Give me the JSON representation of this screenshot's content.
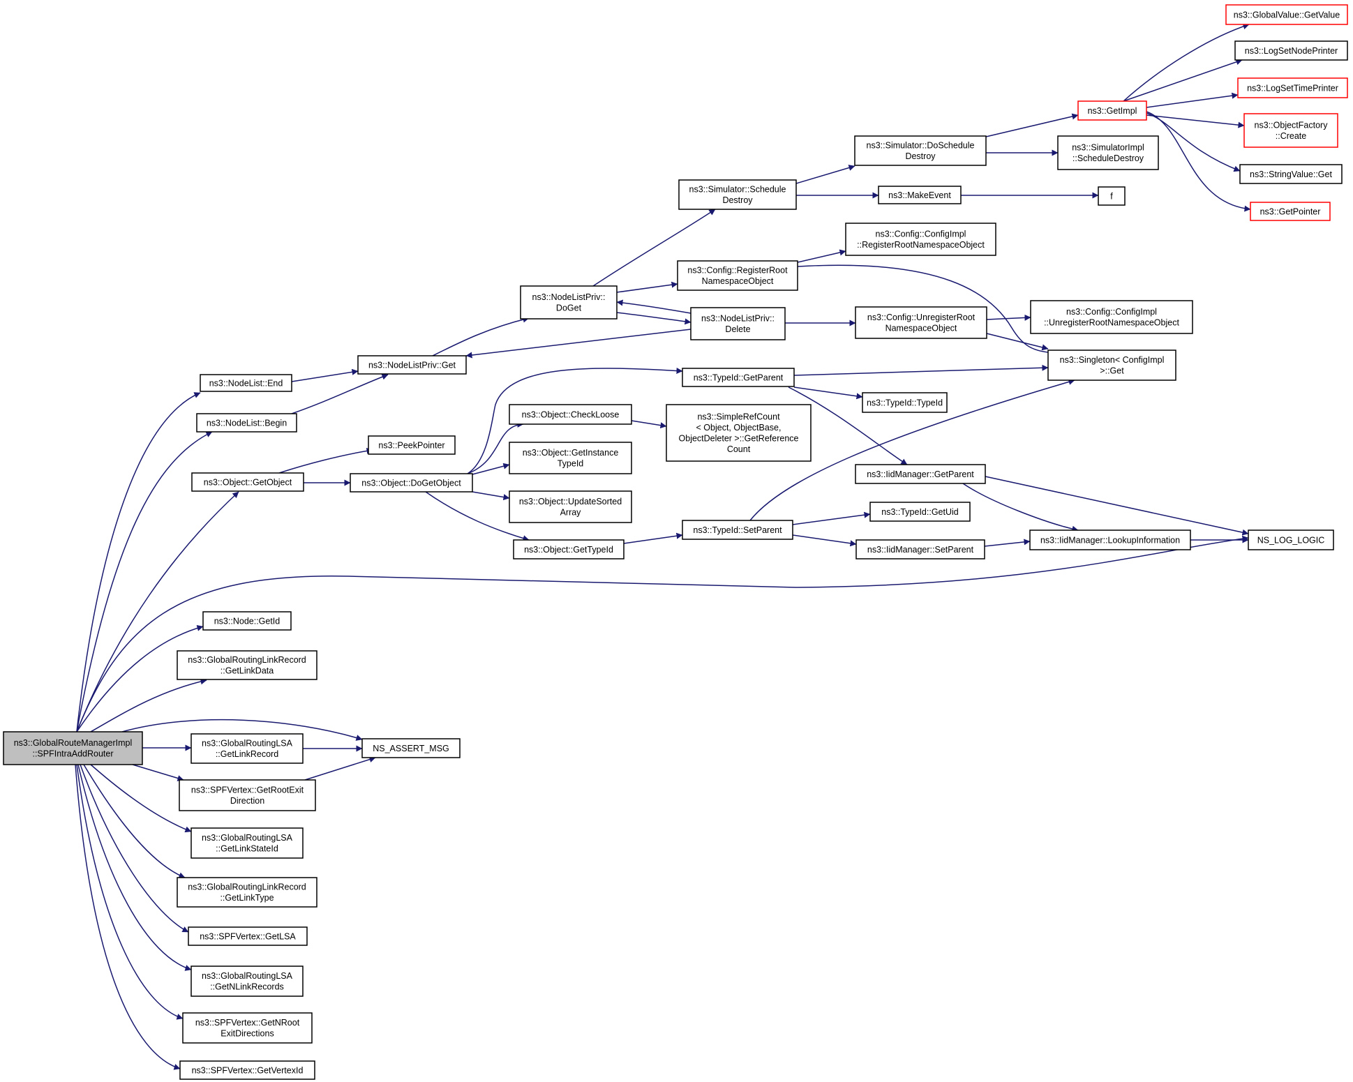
{
  "diagram": {
    "colors": {
      "edge": "#191970",
      "node_border": "#000000",
      "truncated_border": "#ff0000",
      "root_fill": "#bfbfbf",
      "node_fill": "#ffffff"
    },
    "root": "root",
    "nodes": [
      {
        "id": "root",
        "lines": [
          "ns3::GlobalRouteManagerImpl",
          "::SPFIntraAddRouter"
        ],
        "kind": "root"
      },
      {
        "id": "nodelist_end",
        "lines": [
          "ns3::NodeList::End"
        ],
        "kind": "normal"
      },
      {
        "id": "nodelist_begin",
        "lines": [
          "ns3::NodeList::Begin"
        ],
        "kind": "normal"
      },
      {
        "id": "object_getobject",
        "lines": [
          "ns3::Object::GetObject"
        ],
        "kind": "normal"
      },
      {
        "id": "node_getid",
        "lines": [
          "ns3::Node::GetId"
        ],
        "kind": "normal"
      },
      {
        "id": "grlr_getlinkdata",
        "lines": [
          "ns3::GlobalRoutingLinkRecord",
          "::GetLinkData"
        ],
        "kind": "normal"
      },
      {
        "id": "grlsa_getlinkrecord",
        "lines": [
          "ns3::GlobalRoutingLSA",
          "::GetLinkRecord"
        ],
        "kind": "normal"
      },
      {
        "id": "spf_getrootexit",
        "lines": [
          "ns3::SPFVertex::GetRootExit",
          "Direction"
        ],
        "kind": "normal"
      },
      {
        "id": "grlsa_getlinkstateid",
        "lines": [
          "ns3::GlobalRoutingLSA",
          "::GetLinkStateId"
        ],
        "kind": "normal"
      },
      {
        "id": "grlr_getlinktype",
        "lines": [
          "ns3::GlobalRoutingLinkRecord",
          "::GetLinkType"
        ],
        "kind": "normal"
      },
      {
        "id": "spf_getlsa",
        "lines": [
          "ns3::SPFVertex::GetLSA"
        ],
        "kind": "normal"
      },
      {
        "id": "grlsa_getnlinkrecords",
        "lines": [
          "ns3::GlobalRoutingLSA",
          "::GetNLinkRecords"
        ],
        "kind": "normal"
      },
      {
        "id": "spf_getnrootexit",
        "lines": [
          "ns3::SPFVertex::GetNRoot",
          "ExitDirections"
        ],
        "kind": "normal"
      },
      {
        "id": "spf_getvertexid",
        "lines": [
          "ns3::SPFVertex::GetVertexId"
        ],
        "kind": "normal"
      },
      {
        "id": "ns_assert_msg",
        "lines": [
          "NS_ASSERT_MSG"
        ],
        "kind": "normal"
      },
      {
        "id": "nodelistpriv_get",
        "lines": [
          "ns3::NodeListPriv::Get"
        ],
        "kind": "normal"
      },
      {
        "id": "peekpointer",
        "lines": [
          "ns3::PeekPointer"
        ],
        "kind": "normal"
      },
      {
        "id": "object_dogetobject",
        "lines": [
          "ns3::Object::DoGetObject"
        ],
        "kind": "normal"
      },
      {
        "id": "nodelistpriv_doget",
        "lines": [
          "ns3::NodeListPriv::",
          "DoGet"
        ],
        "kind": "normal"
      },
      {
        "id": "object_checkloose",
        "lines": [
          "ns3::Object::CheckLoose"
        ],
        "kind": "normal"
      },
      {
        "id": "object_getinstancetypeid",
        "lines": [
          "ns3::Object::GetInstance",
          "TypeId"
        ],
        "kind": "normal"
      },
      {
        "id": "object_updatesortedarray",
        "lines": [
          "ns3::Object::UpdateSorted",
          "Array"
        ],
        "kind": "normal"
      },
      {
        "id": "object_gettypeid",
        "lines": [
          "ns3::Object::GetTypeId"
        ],
        "kind": "normal"
      },
      {
        "id": "simulator_scheduledestroy",
        "lines": [
          "ns3::Simulator::Schedule",
          "Destroy"
        ],
        "kind": "normal"
      },
      {
        "id": "config_registerroot",
        "lines": [
          "ns3::Config::RegisterRoot",
          "NamespaceObject"
        ],
        "kind": "normal"
      },
      {
        "id": "nodelistpriv_delete",
        "lines": [
          "ns3::NodeListPriv::",
          "Delete"
        ],
        "kind": "normal"
      },
      {
        "id": "typeid_getparent",
        "lines": [
          "ns3::TypeId::GetParent"
        ],
        "kind": "normal"
      },
      {
        "id": "simplerefcount",
        "lines": [
          "ns3::SimpleRefCount",
          "< Object, ObjectBase,",
          "ObjectDeleter >::GetReference",
          "Count"
        ],
        "kind": "normal"
      },
      {
        "id": "typeid_setparent",
        "lines": [
          "ns3::TypeId::SetParent"
        ],
        "kind": "normal"
      },
      {
        "id": "simulator_doscheduledestroy",
        "lines": [
          "ns3::Simulator::DoSchedule",
          "Destroy"
        ],
        "kind": "normal"
      },
      {
        "id": "makeevent",
        "lines": [
          "ns3::MakeEvent"
        ],
        "kind": "normal"
      },
      {
        "id": "configimpl_registerroot",
        "lines": [
          "ns3::Config::ConfigImpl",
          "::RegisterRootNamespaceObject"
        ],
        "kind": "normal"
      },
      {
        "id": "config_unregisterroot",
        "lines": [
          "ns3::Config::UnregisterRoot",
          "NamespaceObject"
        ],
        "kind": "normal"
      },
      {
        "id": "typeid_typeid",
        "lines": [
          "ns3::TypeId::TypeId"
        ],
        "kind": "normal"
      },
      {
        "id": "iidmanager_getparent",
        "lines": [
          "ns3::IidManager::GetParent"
        ],
        "kind": "normal"
      },
      {
        "id": "typeid_getuid",
        "lines": [
          "ns3::TypeId::GetUid"
        ],
        "kind": "normal"
      },
      {
        "id": "iidmanager_setparent",
        "lines": [
          "ns3::IidManager::SetParent"
        ],
        "kind": "normal"
      },
      {
        "id": "getimpl",
        "lines": [
          "ns3::GetImpl"
        ],
        "kind": "truncated"
      },
      {
        "id": "simulatorimpl_scheduledestroy",
        "lines": [
          "ns3::SimulatorImpl",
          "::ScheduleDestroy"
        ],
        "kind": "normal"
      },
      {
        "id": "f",
        "lines": [
          "f"
        ],
        "kind": "normal"
      },
      {
        "id": "configimpl_unregisterroot",
        "lines": [
          "ns3::Config::ConfigImpl",
          "::UnregisterRootNamespaceObject"
        ],
        "kind": "normal"
      },
      {
        "id": "singleton_get",
        "lines": [
          "ns3::Singleton< ConfigImpl",
          ">::Get"
        ],
        "kind": "normal"
      },
      {
        "id": "iidmanager_lookupinformation",
        "lines": [
          "ns3::IidManager::LookupInformation"
        ],
        "kind": "normal"
      },
      {
        "id": "ns_log_logic",
        "lines": [
          "NS_LOG_LOGIC"
        ],
        "kind": "normal"
      },
      {
        "id": "globalvalue_getvalue",
        "lines": [
          "ns3::GlobalValue::GetValue"
        ],
        "kind": "truncated"
      },
      {
        "id": "logsetnodeprinter",
        "lines": [
          "ns3::LogSetNodePrinter"
        ],
        "kind": "normal"
      },
      {
        "id": "logsettimeprinter",
        "lines": [
          "ns3::LogSetTimePrinter"
        ],
        "kind": "truncated"
      },
      {
        "id": "objectfactory_create",
        "lines": [
          "ns3::ObjectFactory",
          "::Create"
        ],
        "kind": "truncated"
      },
      {
        "id": "stringvalue_get",
        "lines": [
          "ns3::StringValue::Get"
        ],
        "kind": "normal"
      },
      {
        "id": "getpointer",
        "lines": [
          "ns3::GetPointer"
        ],
        "kind": "truncated"
      }
    ],
    "edges": [
      [
        "root",
        "nodelist_end"
      ],
      [
        "root",
        "nodelist_begin"
      ],
      [
        "root",
        "object_getobject"
      ],
      [
        "root",
        "ns_log_logic"
      ],
      [
        "root",
        "node_getid"
      ],
      [
        "root",
        "grlr_getlinkdata"
      ],
      [
        "root",
        "ns_assert_msg"
      ],
      [
        "root",
        "grlsa_getlinkrecord"
      ],
      [
        "root",
        "spf_getrootexit"
      ],
      [
        "root",
        "grlsa_getlinkstateid"
      ],
      [
        "root",
        "grlr_getlinktype"
      ],
      [
        "root",
        "spf_getlsa"
      ],
      [
        "root",
        "grlsa_getnlinkrecords"
      ],
      [
        "root",
        "spf_getnrootexit"
      ],
      [
        "root",
        "spf_getvertexid"
      ],
      [
        "grlsa_getlinkrecord",
        "ns_assert_msg"
      ],
      [
        "spf_getrootexit",
        "ns_assert_msg"
      ],
      [
        "nodelist_end",
        "nodelistpriv_get"
      ],
      [
        "nodelist_begin",
        "nodelistpriv_get"
      ],
      [
        "object_getobject",
        "peekpointer"
      ],
      [
        "object_getobject",
        "object_dogetobject"
      ],
      [
        "nodelistpriv_get",
        "nodelistpriv_doget"
      ],
      [
        "nodelistpriv_doget",
        "simulator_scheduledestroy"
      ],
      [
        "nodelistpriv_doget",
        "config_registerroot"
      ],
      [
        "nodelistpriv_doget",
        "nodelistpriv_delete"
      ],
      [
        "nodelistpriv_delete",
        "nodelistpriv_doget"
      ],
      [
        "nodelistpriv_delete",
        "nodelistpriv_get"
      ],
      [
        "nodelistpriv_delete",
        "config_unregisterroot"
      ],
      [
        "simulator_scheduledestroy",
        "simulator_doscheduledestroy"
      ],
      [
        "simulator_scheduledestroy",
        "makeevent"
      ],
      [
        "simulator_doscheduledestroy",
        "getimpl"
      ],
      [
        "simulator_doscheduledestroy",
        "simulatorimpl_scheduledestroy"
      ],
      [
        "makeevent",
        "f"
      ],
      [
        "config_registerroot",
        "configimpl_registerroot"
      ],
      [
        "config_registerroot",
        "singleton_get"
      ],
      [
        "config_unregisterroot",
        "configimpl_unregisterroot"
      ],
      [
        "config_unregisterroot",
        "singleton_get"
      ],
      [
        "getimpl",
        "globalvalue_getvalue"
      ],
      [
        "getimpl",
        "logsetnodeprinter"
      ],
      [
        "getimpl",
        "logsettimeprinter"
      ],
      [
        "getimpl",
        "objectfactory_create"
      ],
      [
        "getimpl",
        "stringvalue_get"
      ],
      [
        "getimpl",
        "getpointer"
      ],
      [
        "object_dogetobject",
        "typeid_getparent"
      ],
      [
        "object_dogetobject",
        "object_checkloose"
      ],
      [
        "object_dogetobject",
        "object_getinstancetypeid"
      ],
      [
        "object_dogetobject",
        "object_updatesortedarray"
      ],
      [
        "object_dogetobject",
        "object_gettypeid"
      ],
      [
        "object_checkloose",
        "simplerefcount"
      ],
      [
        "typeid_getparent",
        "singleton_get"
      ],
      [
        "typeid_getparent",
        "typeid_typeid"
      ],
      [
        "typeid_getparent",
        "iidmanager_getparent"
      ],
      [
        "object_gettypeid",
        "typeid_setparent"
      ],
      [
        "typeid_setparent",
        "singleton_get"
      ],
      [
        "typeid_setparent",
        "typeid_getuid"
      ],
      [
        "typeid_setparent",
        "iidmanager_setparent"
      ],
      [
        "iidmanager_getparent",
        "iidmanager_lookupinformation"
      ],
      [
        "iidmanager_getparent",
        "ns_log_logic"
      ],
      [
        "iidmanager_setparent",
        "iidmanager_lookupinformation"
      ],
      [
        "iidmanager_lookupinformation",
        "ns_log_logic"
      ]
    ]
  }
}
